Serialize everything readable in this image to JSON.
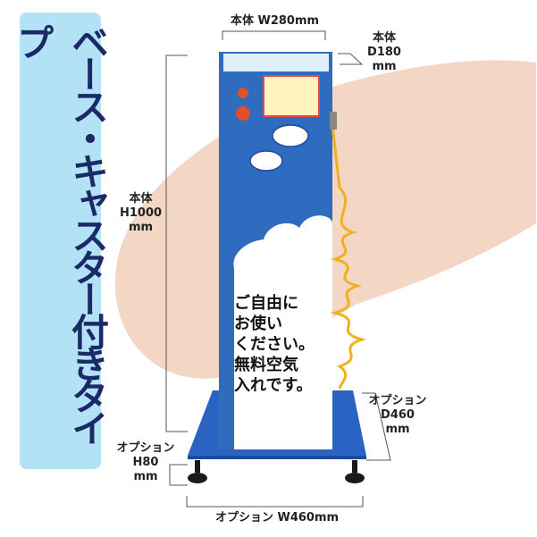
{
  "title": "ベース・キャスター付きタイプ",
  "dimensions": {
    "body_width": "本体 W280mm",
    "body_depth": [
      "本体",
      "D180",
      "mm"
    ],
    "body_height": [
      "本体",
      "H1000",
      "mm"
    ],
    "option_depth": [
      "オプション",
      "D460",
      "mm"
    ],
    "option_height": [
      "オプション",
      "H80",
      "mm"
    ],
    "option_width": "オプション W460mm"
  },
  "sign_lines": [
    "ご自由に",
    "お使い",
    "ください。",
    "無料空気",
    "入れです。"
  ],
  "colors": {
    "title_bg": "#b3e1f6",
    "title_text": "#1b2a66",
    "pillar": "#2f6cc0",
    "peach": "#f3d6c4",
    "hose": "#f0b020"
  }
}
